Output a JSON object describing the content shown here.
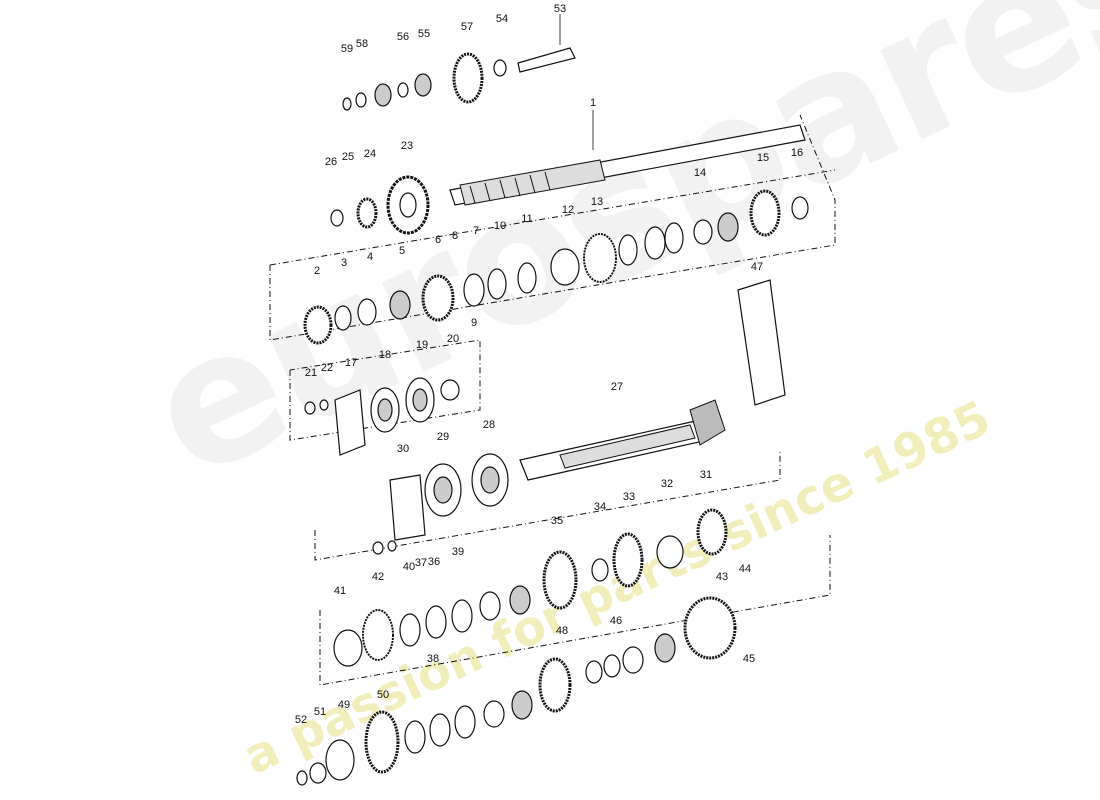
{
  "watermark": {
    "brand": "eurospares",
    "tagline": "a passion for parts since 1985"
  },
  "callouts": [
    "1",
    "2",
    "3",
    "4",
    "5",
    "6",
    "7",
    "8",
    "9",
    "10",
    "11",
    "12",
    "13",
    "14",
    "15",
    "16",
    "17",
    "18",
    "19",
    "20",
    "21",
    "22",
    "23",
    "24",
    "25",
    "26",
    "27",
    "28",
    "29",
    "30",
    "31",
    "32",
    "33",
    "34",
    "35",
    "36",
    "37",
    "38",
    "39",
    "40",
    "41",
    "42",
    "43",
    "44",
    "45",
    "46",
    "47",
    "48",
    "49",
    "50",
    "51",
    "52",
    "53",
    "54",
    "55",
    "56",
    "57",
    "58",
    "59"
  ]
}
